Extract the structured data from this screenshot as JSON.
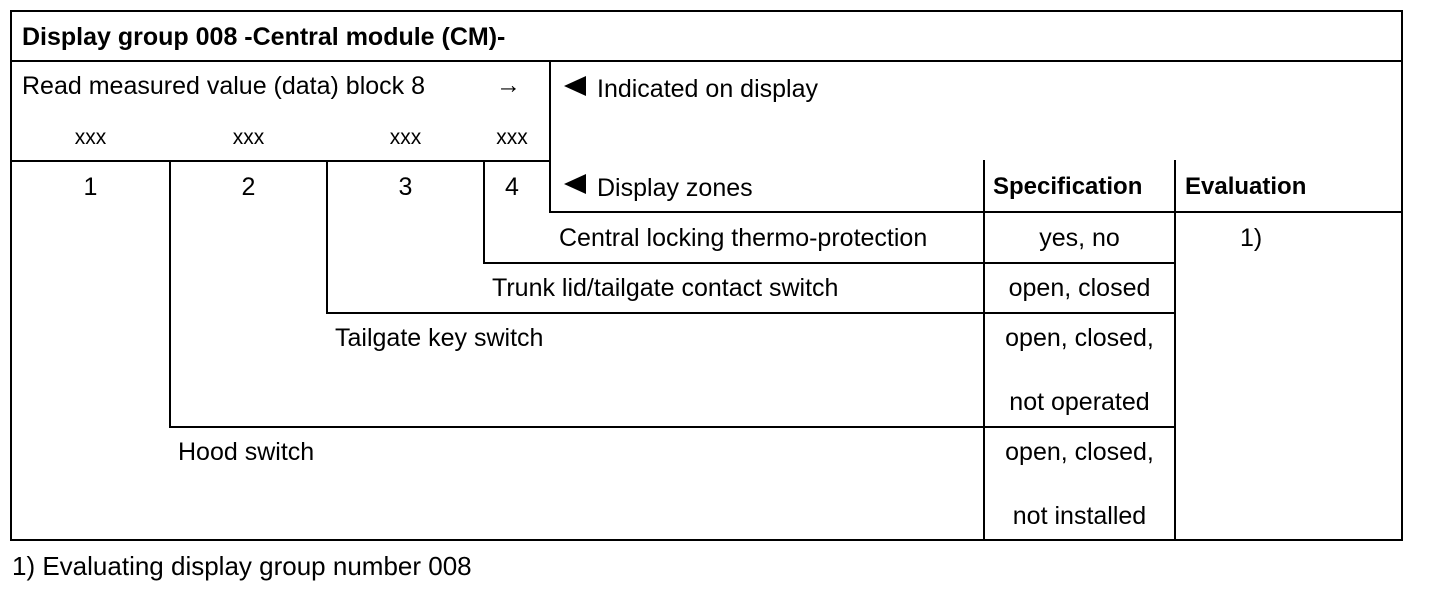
{
  "table": {
    "title": "Display group 008 -Central module (CM)-",
    "read_label": "Read measured value (data) block 8",
    "arrow": "→",
    "xxx": [
      "xxx",
      "xxx",
      "xxx",
      "xxx"
    ],
    "zone_numbers": [
      "1",
      "2",
      "3",
      "4"
    ],
    "indicated_label": "Indicated on display",
    "display_zones_label": "Display zones",
    "spec_header": "Specification",
    "eval_header": "Evaluation",
    "rows": [
      {
        "name": "Central locking thermo-protection",
        "spec": [
          "yes, no"
        ],
        "eval": "1)"
      },
      {
        "name": "Trunk lid/tailgate contact switch",
        "spec": [
          "open, closed"
        ]
      },
      {
        "name": "Tailgate key switch",
        "spec": [
          "open, closed,",
          "not operated"
        ]
      },
      {
        "name": "Hood switch",
        "spec": [
          "open, closed,",
          "not installed"
        ]
      }
    ]
  },
  "footnote": "1) Evaluating display group number 008"
}
